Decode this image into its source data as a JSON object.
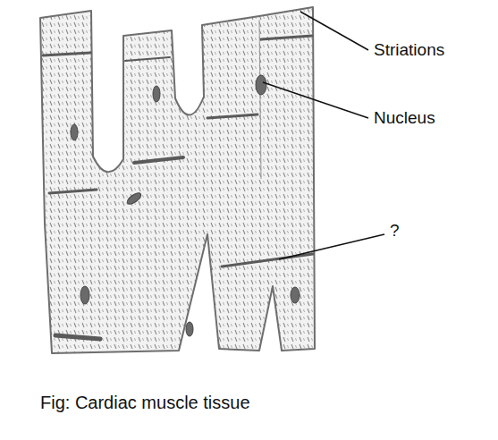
{
  "diagram": {
    "caption": "Fig: Cardiac muscle tissue",
    "labels": [
      "Striations",
      "Nucleus",
      "?"
    ]
  }
}
